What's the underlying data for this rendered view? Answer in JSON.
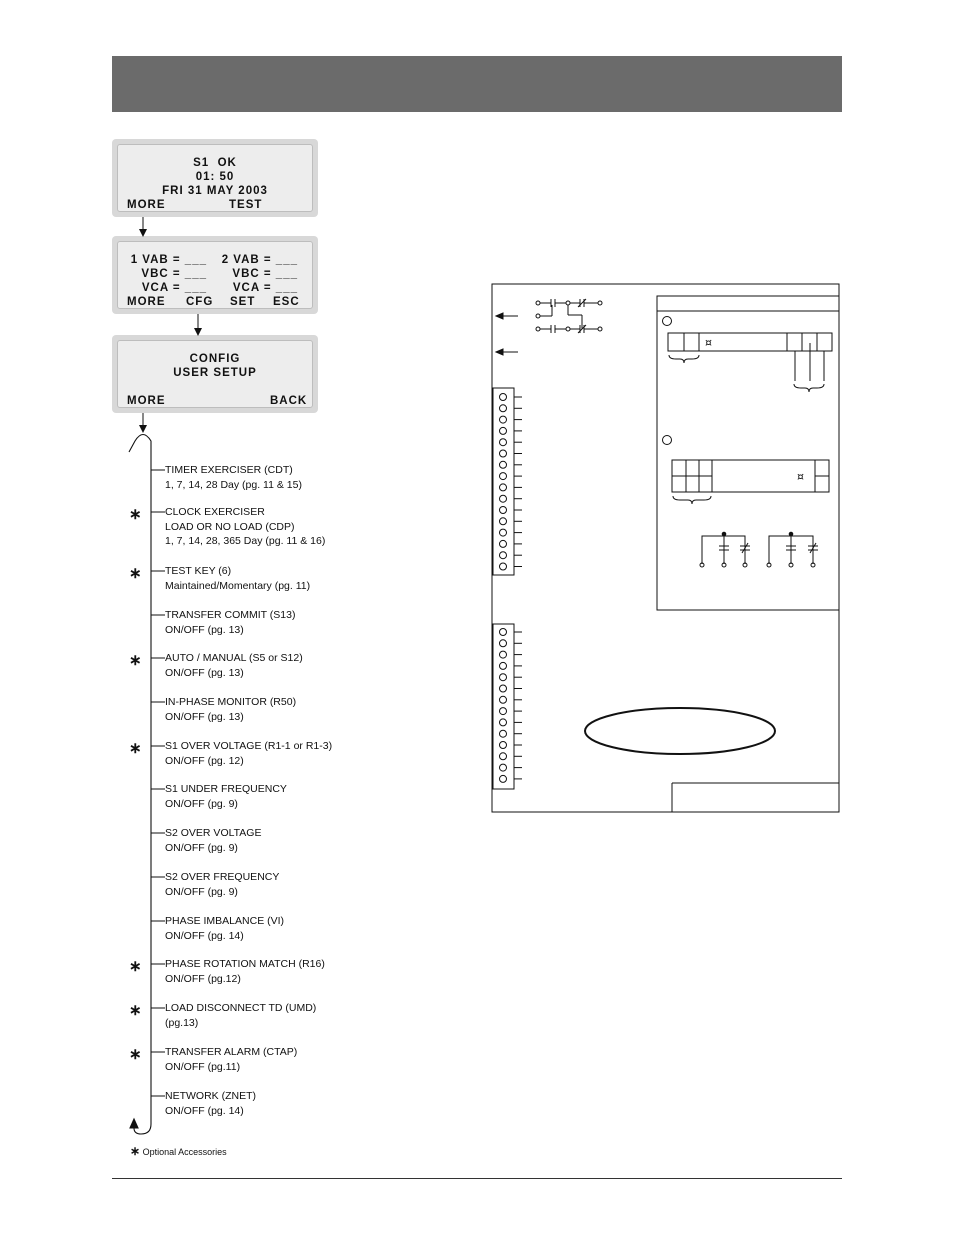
{
  "screens": [
    {
      "lines": [
        "S1  OK",
        "01: 50",
        "FRI 31 MAY 2003"
      ],
      "softkeys": {
        "left": "MORE",
        "mid": "TEST"
      }
    },
    {
      "rows": [
        [
          "1 VAB = ___",
          "2 VAB = ___"
        ],
        [
          "VBC = ___",
          "VBC = ___"
        ],
        [
          "VCA = ___",
          "VCA = ___"
        ]
      ],
      "softkeys": [
        "MORE",
        "CFG",
        "SET",
        "ESC"
      ]
    },
    {
      "lines": [
        "CONFIG",
        "USER SETUP"
      ],
      "softkeys": {
        "left": "MORE",
        "right": "BACK"
      }
    }
  ],
  "menu": [
    {
      "title": "TIMER EXERCISER (CDT)",
      "detail": [
        "1, 7, 14, 28 Day (pg. 11 & 15)"
      ],
      "optional": false
    },
    {
      "title": "CLOCK EXERCISER",
      "detail": [
        "LOAD OR NO LOAD (CDP)",
        "1, 7, 14, 28, 365 Day (pg. 11 & 16)"
      ],
      "optional": true
    },
    {
      "title": "TEST KEY (6)",
      "detail": [
        "Maintained/Momentary (pg. 11)"
      ],
      "optional": true
    },
    {
      "title": "TRANSFER COMMIT (S13)",
      "detail": [
        "ON/OFF (pg. 13)"
      ],
      "optional": false
    },
    {
      "title": "AUTO / MANUAL (S5 or S12)",
      "detail": [
        "ON/OFF (pg. 13)"
      ],
      "optional": true
    },
    {
      "title": "IN-PHASE MONITOR (R50)",
      "detail": [
        "ON/OFF (pg. 13)"
      ],
      "optional": false
    },
    {
      "title": "S1 OVER VOLTAGE (R1-1 or R1-3)",
      "detail": [
        "ON/OFF (pg. 12)"
      ],
      "optional": true
    },
    {
      "title": "S1 UNDER FREQUENCY",
      "detail": [
        "ON/OFF (pg. 9)"
      ],
      "optional": false
    },
    {
      "title": "S2 OVER VOLTAGE",
      "detail": [
        "ON/OFF (pg. 9)"
      ],
      "optional": false
    },
    {
      "title": "S2 OVER FREQUENCY",
      "detail": [
        "ON/OFF (pg. 9)"
      ],
      "optional": false
    },
    {
      "title": "PHASE IMBALANCE (VI)",
      "detail": [
        "ON/OFF (pg. 14)"
      ],
      "optional": false
    },
    {
      "title": "PHASE ROTATION MATCH (R16)",
      "detail": [
        "ON/OFF (pg.12)"
      ],
      "optional": true
    },
    {
      "title": "LOAD DISCONNECT TD (UMD)",
      "detail": [
        "(pg.13)"
      ],
      "optional": true
    },
    {
      "title": "TRANSFER ALARM (CTAP)",
      "detail": [
        "ON/OFF (pg.11)"
      ],
      "optional": true
    },
    {
      "title": "NETWORK (ZNET)",
      "detail": [
        "ON/OFF (pg. 14)"
      ],
      "optional": false
    }
  ],
  "optional_marker": "∗",
  "footnote": "Optional Accessories",
  "diagram": {
    "relay_symbol_1": "¤",
    "relay_symbol_2": "¤"
  }
}
